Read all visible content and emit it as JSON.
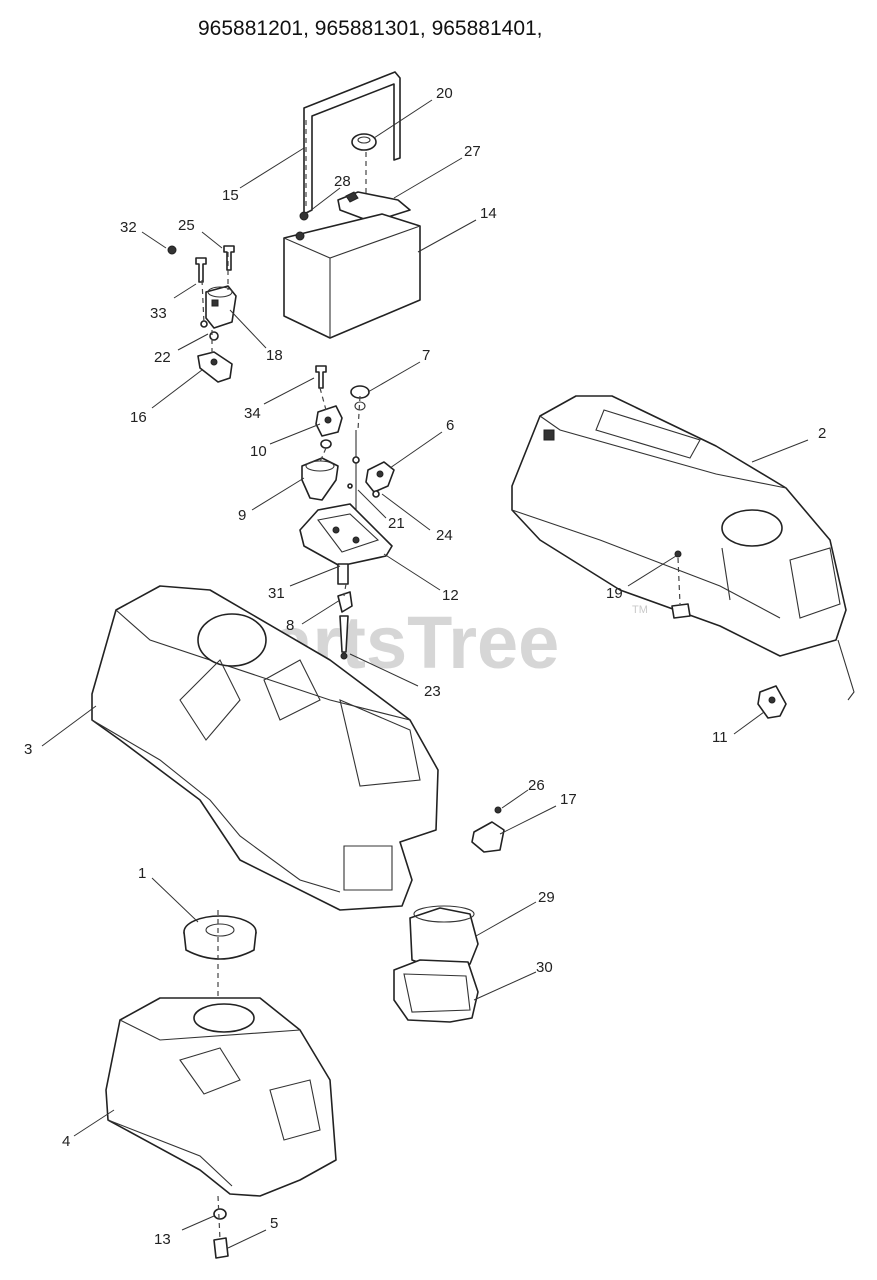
{
  "title": "965881201, 965881301, 965881401,",
  "watermark": "PartsTree",
  "watermark_tm": "TM",
  "callouts": [
    {
      "id": "20",
      "label": "20"
    },
    {
      "id": "27",
      "label": "27"
    },
    {
      "id": "28",
      "label": "28"
    },
    {
      "id": "15",
      "label": "15"
    },
    {
      "id": "14",
      "label": "14"
    },
    {
      "id": "32",
      "label": "32"
    },
    {
      "id": "25",
      "label": "25"
    },
    {
      "id": "33",
      "label": "33"
    },
    {
      "id": "22",
      "label": "22"
    },
    {
      "id": "18",
      "label": "18"
    },
    {
      "id": "16",
      "label": "16"
    },
    {
      "id": "34",
      "label": "34"
    },
    {
      "id": "7",
      "label": "7"
    },
    {
      "id": "10",
      "label": "10"
    },
    {
      "id": "6",
      "label": "6"
    },
    {
      "id": "9",
      "label": "9"
    },
    {
      "id": "21",
      "label": "21"
    },
    {
      "id": "24",
      "label": "24"
    },
    {
      "id": "2",
      "label": "2"
    },
    {
      "id": "31",
      "label": "31"
    },
    {
      "id": "12",
      "label": "12"
    },
    {
      "id": "19",
      "label": "19"
    },
    {
      "id": "8",
      "label": "8"
    },
    {
      "id": "23",
      "label": "23"
    },
    {
      "id": "3",
      "label": "3"
    },
    {
      "id": "11",
      "label": "11"
    },
    {
      "id": "26",
      "label": "26"
    },
    {
      "id": "17",
      "label": "17"
    },
    {
      "id": "1",
      "label": "1"
    },
    {
      "id": "29",
      "label": "29"
    },
    {
      "id": "30",
      "label": "30"
    },
    {
      "id": "4",
      "label": "4"
    },
    {
      "id": "13",
      "label": "13"
    },
    {
      "id": "5",
      "label": "5"
    }
  ]
}
